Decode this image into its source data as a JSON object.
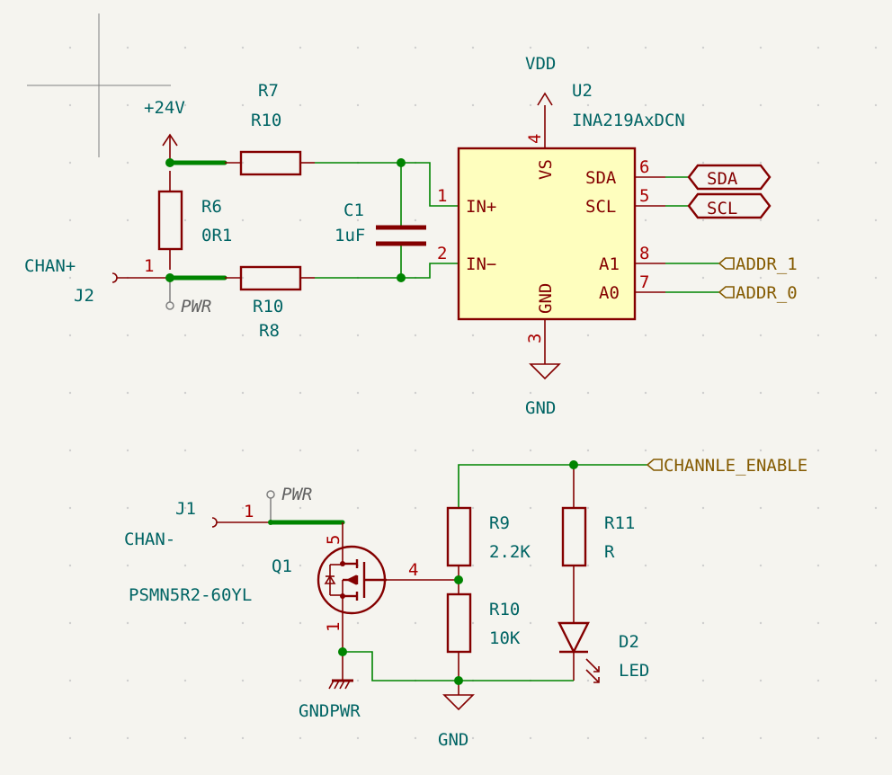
{
  "power": {
    "plus24v": "+24V",
    "vdd": "VDD",
    "gnd_top": "GND",
    "gnd_bottom": "GND",
    "gndpwr": "GNDPWR",
    "pwr_flag": "PWR"
  },
  "components": {
    "r7": {
      "ref": "R7",
      "value": "R10"
    },
    "r8": {
      "ref": "R8",
      "value": "R10"
    },
    "r6": {
      "ref": "R6",
      "value": "0R1"
    },
    "c1": {
      "ref": "C1",
      "value": "1uF"
    },
    "u2": {
      "ref": "U2",
      "value": "INA219AxDCN"
    },
    "j2": {
      "ref": "J2",
      "value": "CHAN+"
    },
    "j1": {
      "ref": "J1",
      "value": "CHAN-"
    },
    "q1": {
      "ref": "Q1",
      "value": "PSMN5R2-60YL"
    },
    "r9": {
      "ref": "R9",
      "value": "2.2K"
    },
    "r10": {
      "ref": "R10",
      "value": "10K"
    },
    "r11": {
      "ref": "R11",
      "value": "R"
    },
    "d2": {
      "ref": "D2",
      "value": "LED"
    }
  },
  "ic_pins": {
    "in_plus": "IN+",
    "in_minus": "IN−",
    "vs": "VS",
    "gnd": "GND",
    "sda": "SDA",
    "scl": "SCL",
    "a1": "A1",
    "a0": "A0"
  },
  "pin_numbers": {
    "u2_in_plus": "1",
    "u2_in_minus": "2",
    "u2_vs": "4",
    "u2_gnd": "3",
    "u2_sda": "6",
    "u2_scl": "5",
    "u2_a1": "8",
    "u2_a0": "7",
    "j2_pin": "1",
    "j1_pin": "1",
    "q1_drain": "5",
    "q1_gate": "4",
    "q1_source": "1"
  },
  "net_labels": {
    "sda": "SDA",
    "scl": "SCL",
    "addr1": "ADDR_1",
    "addr0": "ADDR_0",
    "channel_enable": "CHANNLE_ENABLE"
  },
  "colors": {
    "background": "#f5f4ef",
    "wire": "#008400",
    "symbol": "#840000",
    "symbol_fill": "#fefebe",
    "reference": "#006464",
    "pin_number": "#a90000",
    "hierarchical_label": "#845a00"
  }
}
